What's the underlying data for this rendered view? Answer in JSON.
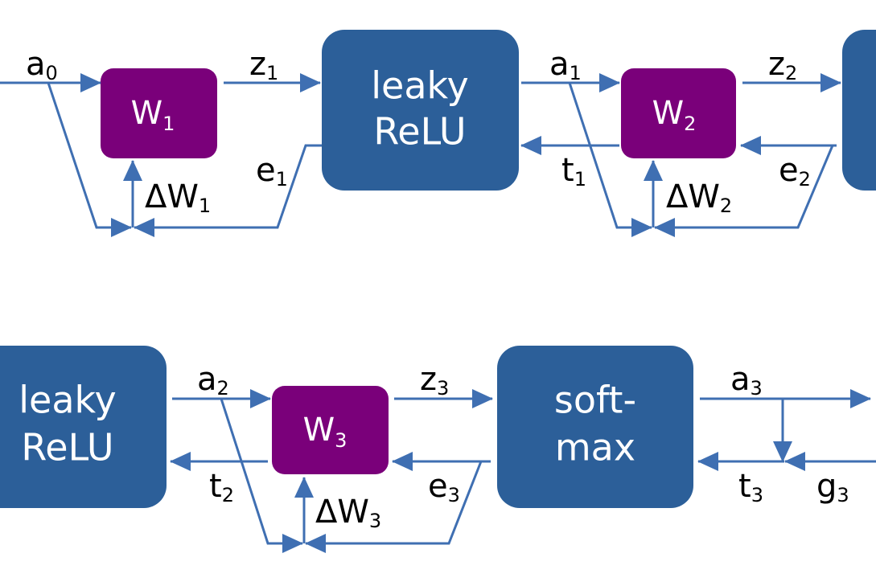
{
  "colors": {
    "block": "#2c5f99",
    "weight": "#7a007a",
    "wire": "#3f6fb2",
    "text_on_block": "#ffffff",
    "label": "#000000"
  },
  "blocks": {
    "leaky_relu_1": {
      "line1": "leaky",
      "line2": "ReLU"
    },
    "leaky_relu_2": {
      "line1": "leaky",
      "line2": "ReLU"
    },
    "softmax": {
      "line1": "soft-",
      "line2": "max"
    }
  },
  "weights": {
    "w1": {
      "base": "W",
      "sub": "1"
    },
    "w2": {
      "base": "W",
      "sub": "2"
    },
    "w3": {
      "base": "W",
      "sub": "3"
    }
  },
  "labels": {
    "a0": {
      "base": "a",
      "sub": "0"
    },
    "z1": {
      "base": "z",
      "sub": "1"
    },
    "e1": {
      "base": "e",
      "sub": "1"
    },
    "dw1": {
      "base": "ΔW",
      "sub": "1"
    },
    "a1": {
      "base": "a",
      "sub": "1"
    },
    "t1": {
      "base": "t",
      "sub": "1"
    },
    "z2": {
      "base": "z",
      "sub": "2"
    },
    "e2": {
      "base": "e",
      "sub": "2"
    },
    "dw2": {
      "base": "ΔW",
      "sub": "2"
    },
    "a2": {
      "base": "a",
      "sub": "2"
    },
    "t2": {
      "base": "t",
      "sub": "2"
    },
    "z3": {
      "base": "z",
      "sub": "3"
    },
    "e3": {
      "base": "e",
      "sub": "3"
    },
    "dw3": {
      "base": "ΔW",
      "sub": "3"
    },
    "a3": {
      "base": "a",
      "sub": "3"
    },
    "t3": {
      "base": "t",
      "sub": "3"
    },
    "g3": {
      "base": "g",
      "sub": "3"
    }
  }
}
